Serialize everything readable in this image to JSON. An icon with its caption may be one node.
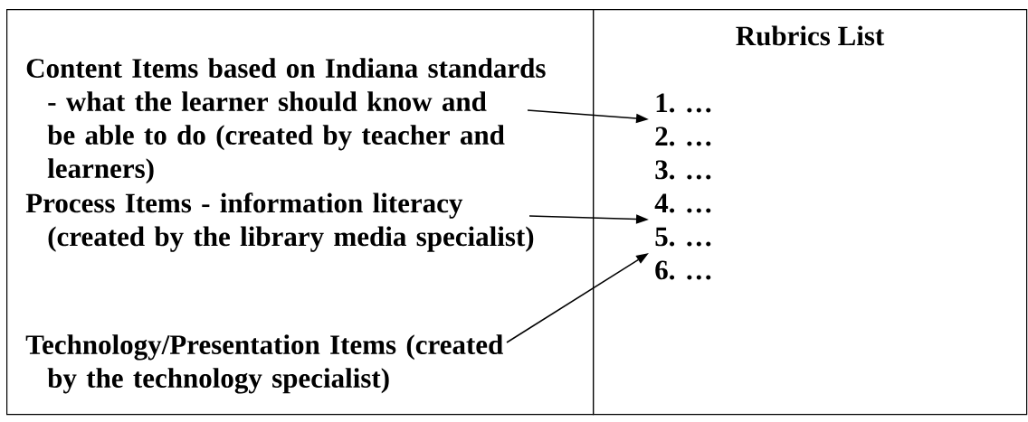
{
  "diagram": {
    "nodes": [
      {
        "text": [],
        "shape": "box"
      },
      {
        "text": [
          "Content Items based on Indiana standards - what the learner should know and be able to do (created by teacher and learners)"
        ],
        "in": 0
      },
      {
        "text": [
          "Process Items - information literacy (created by the library media specialist)"
        ],
        "in": 0
      },
      {
        "text": [
          "Technology/Presentation Items (created by the technology specialist)"
        ],
        "in": 0
      },
      {
        "text": [
          "Rubrics List"
        ]
      },
      {
        "text": [
          "1. …"
        ],
        "in": 4
      },
      {
        "text": [
          "2. …"
        ],
        "in": 4
      },
      {
        "text": [
          "3. …"
        ],
        "in": 4
      },
      {
        "text": [
          "4. …"
        ],
        "in": 4
      },
      {
        "text": [
          "5. …"
        ],
        "in": 4
      },
      {
        "text": [
          "6. …"
        ],
        "in": 4
      }
    ],
    "edges": [
      {
        "from": 1,
        "to": 5,
        "arrow": "to"
      },
      {
        "from": 2,
        "to": 8,
        "arrow": "to"
      },
      {
        "from": 3,
        "to": 9,
        "arrow": "to"
      }
    ]
  }
}
